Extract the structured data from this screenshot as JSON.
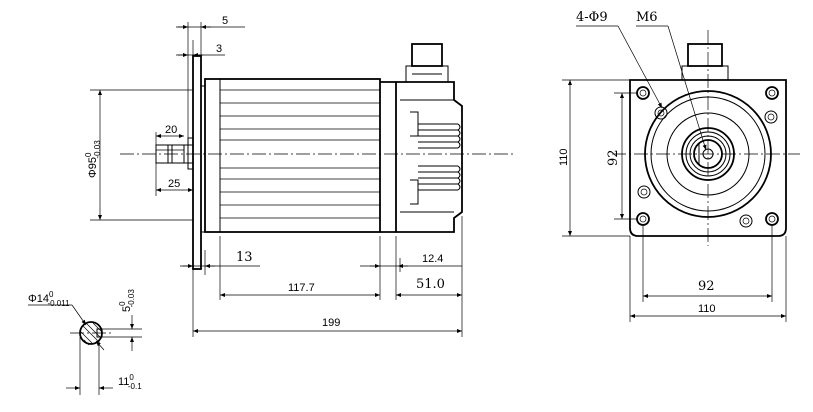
{
  "side_view": {
    "dims": {
      "flange_thickness": "5",
      "pilot_depth": "3",
      "pilot_diameter_main": "Φ95",
      "pilot_diameter_sup": "0",
      "pilot_diameter_sub": "-0.03",
      "key_length": "20",
      "shaft_length": "25",
      "flange_to_body": "13",
      "body_length": "117.7",
      "connector_offset": "12.4",
      "rear_length": "51.0",
      "overall_length": "199"
    }
  },
  "front_view": {
    "dims": {
      "bolt_holes": "4-Φ9",
      "thread": "M6",
      "height": "110",
      "bolt_spacing_v": "92",
      "bolt_spacing_h": "92",
      "width": "110"
    }
  },
  "shaft_section": {
    "dims": {
      "shaft_diameter_main": "Φ14",
      "shaft_diameter_sup": "0",
      "shaft_diameter_sub": "-0.011",
      "key_width_main": "5",
      "key_width_sup": "0",
      "key_width_sub": "-0.03",
      "key_depth_main": "11",
      "key_depth_sup": "0",
      "key_depth_sub": "-0.1"
    }
  }
}
